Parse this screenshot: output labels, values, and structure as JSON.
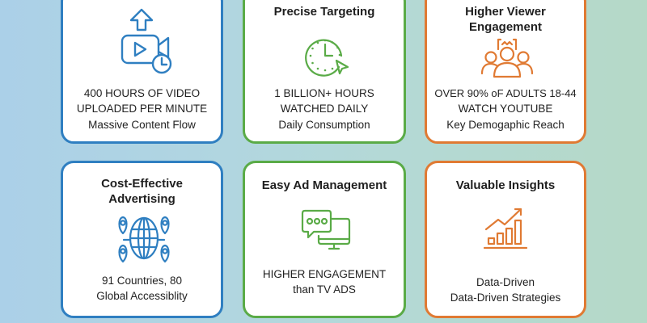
{
  "colors": {
    "blue": "#2f7fc1",
    "green": "#5aab47",
    "orange": "#e07a33",
    "background_left": "#abd0e8",
    "background_right": "#b5d9c7"
  },
  "cards": [
    {
      "title": "",
      "icon": "video-upload-icon",
      "lines": [
        "400 HOURS OF VIDEO",
        "UPLOADED PER MINUTE",
        "Massive Content Flow"
      ],
      "color": "blue"
    },
    {
      "title": "Precise Targeting",
      "icon": "clock-cursor-icon",
      "lines": [
        "1 BILLION+ HOURS",
        "WATCHED DAILY",
        "Daily Consumption"
      ],
      "color": "green"
    },
    {
      "title_lines": [
        "Higher Viewer",
        "Engagement"
      ],
      "icon": "audience-group-icon",
      "lines": [
        "OVER 90% oF ADULTS 18-44",
        "WATCH YOUTUBE",
        "Key Demogaphic Reach"
      ],
      "color": "orange"
    },
    {
      "title_lines": [
        "Cost-Effective",
        "Advertising"
      ],
      "icon": "globe-locations-icon",
      "lines": [
        "91 Countries, 80",
        "Global Accessiblity"
      ],
      "color": "blue"
    },
    {
      "title": "Easy Ad Management",
      "icon": "chat-monitor-icon",
      "lines": [
        "HIGHER ENGAGEMENT",
        "than TV ADS"
      ],
      "color": "green"
    },
    {
      "title": "Valuable Insights",
      "icon": "growth-chart-icon",
      "lines": [
        "Data-Driven",
        "Data-Driven Strategies"
      ],
      "color": "orange"
    }
  ]
}
